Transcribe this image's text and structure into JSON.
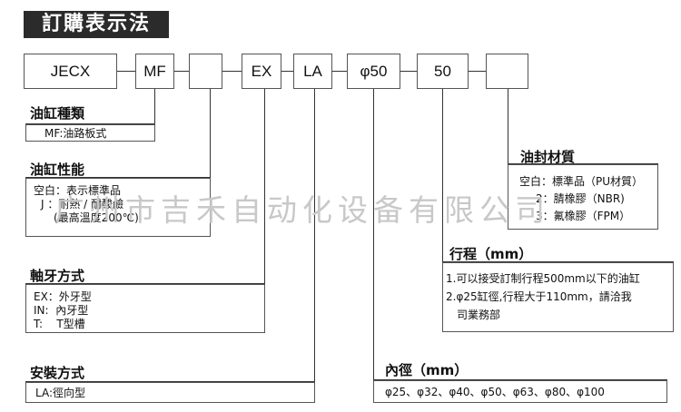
{
  "title": "訂購表示法",
  "code_boxes": [
    "JECX",
    "MF",
    "",
    "EX",
    "LA",
    "φ50",
    "50",
    ""
  ],
  "cylinder_type": {
    "heading": "油缸種類",
    "lines": [
      "MF:油路板式"
    ]
  },
  "performance": {
    "heading": "油缸性能",
    "lines": [
      "空白：表示標準品",
      "J ：耐熱 / 耐酸鹼",
      "(最高溫度200℃)"
    ]
  },
  "thread": {
    "heading": "軸牙方式",
    "lines": [
      "EX：外牙型",
      "IN:  內牙型",
      "T:    T型槽"
    ]
  },
  "mounting": {
    "heading": "安裝方式",
    "lines": [
      "LA:徑向型"
    ]
  },
  "seal": {
    "heading": "油封材質",
    "lines": [
      "空白：標準品（PU材質）",
      "2：腈橡膠（NBR)",
      "3：氟橡膠（FPM）"
    ]
  },
  "stroke": {
    "heading": "行程（mm）",
    "lines": [
      "1.可以接受訂制行程500mm以下的油缸",
      "2.φ25缸徑,行程大于110mm，請洽我",
      "司業務部"
    ]
  },
  "bore": {
    "heading": "內徑（mm）",
    "lines": [
      "φ25、φ32、φ40、φ50、φ63、φ80、φ100"
    ]
  },
  "watermark": "广州市吉禾自动化设备有限公司"
}
